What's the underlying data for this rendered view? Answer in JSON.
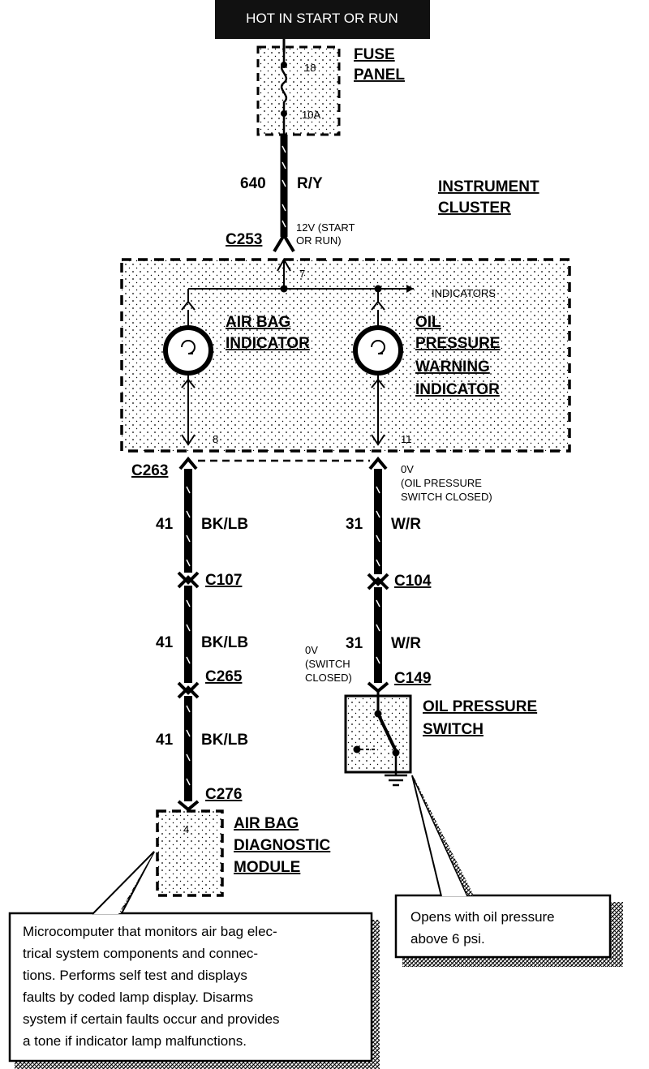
{
  "header": {
    "text": "HOT IN START OR RUN"
  },
  "fuse_panel": {
    "label_line1": "FUSE",
    "label_line2": "PANEL",
    "fuse_number": "18",
    "fuse_rating": "10A"
  },
  "instrument_cluster": {
    "label_line1": "INSTRUMENT",
    "label_line2": "CLUSTER",
    "pin_in": "7",
    "pin_airbag": "8",
    "pin_oil": "11",
    "indicators_label": "INDICATORS"
  },
  "feed": {
    "circuit": "640",
    "color": "R/Y",
    "voltage_line1": "12V (START",
    "voltage_line2": "OR RUN)",
    "connector": "C253"
  },
  "air_bag_indicator": {
    "line1": "AIR BAG",
    "line2": "INDICATOR"
  },
  "oil_indicator": {
    "line1": "OIL",
    "line2": "PRESSURE",
    "line3": "WARNING",
    "line4": "INDICATOR"
  },
  "left_circuit": {
    "connector_top": "C263",
    "seg1": {
      "circuit": "41",
      "color": "BK/LB"
    },
    "connector_2": "C107",
    "seg2": {
      "circuit": "41",
      "color": "BK/LB"
    },
    "connector_3": "C265",
    "seg3": {
      "circuit": "41",
      "color": "BK/LB"
    },
    "connector_4": "C276"
  },
  "right_circuit": {
    "voltage_line1": "0V",
    "voltage_line2": "(OIL PRESSURE",
    "voltage_line3": "SWITCH  CLOSED)",
    "seg1": {
      "circuit": "31",
      "color": "W/R"
    },
    "connector_2": "C104",
    "seg2": {
      "circuit": "31",
      "color": "W/R"
    },
    "connector_3": "C149",
    "sw_voltage_line1": "0V",
    "sw_voltage_line2": "(SWITCH",
    "sw_voltage_line3": "CLOSED)"
  },
  "oil_switch": {
    "line1": "OIL PRESSURE",
    "line2": "SWITCH"
  },
  "air_bag_module": {
    "line1": "AIR BAG",
    "line2": "DIAGNOSTIC",
    "line3": "MODULE",
    "pin": "4"
  },
  "note_left": {
    "lines": [
      "Microcomputer that monitors air bag elec-",
      "trical system components and connec-",
      "tions.  Performs self test and displays",
      "faults by coded lamp display.  Disarms",
      "system if certain faults occur and provides",
      "a tone if indicator lamp malfunctions."
    ]
  },
  "note_right": {
    "lines": [
      "Opens with oil pressure",
      "above 6 psi."
    ]
  }
}
